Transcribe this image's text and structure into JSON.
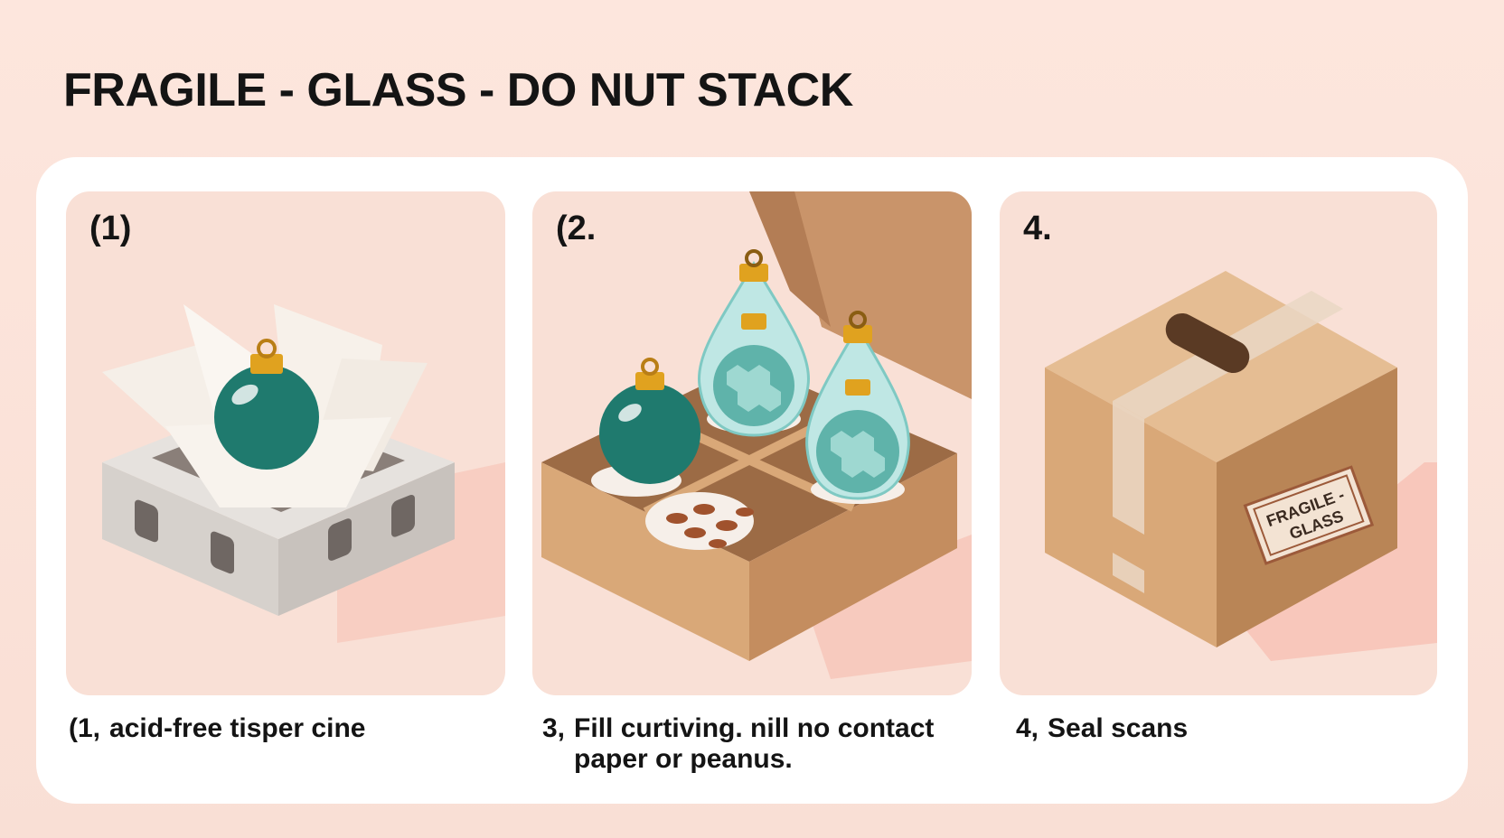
{
  "header": {
    "title": "FRAGILE - GLASS - DO NUT STACK"
  },
  "steps": [
    {
      "marker": "(1)",
      "caption_num": "(1,",
      "caption_lines": [
        "acid-free tisper cine"
      ]
    },
    {
      "marker": "(2.",
      "caption_num": "3,",
      "caption_lines": [
        "Fill curtiving. nill no contact",
        "paper or peanus."
      ]
    },
    {
      "marker": "4.",
      "caption_num": "4,",
      "caption_lines": [
        "Seal scans"
      ]
    }
  ],
  "box_label": {
    "line1": "FRAGILE -",
    "line2": "GLASS"
  },
  "colors": {
    "background": "#fbe3da",
    "panel": "#f9e0d6",
    "ornament_teal": "#1f7a6e",
    "glass": "#bfe7e4",
    "cardboard": "#d9a878",
    "cap_gold": "#e0a21f",
    "foam_grey": "#dcd8d4"
  }
}
